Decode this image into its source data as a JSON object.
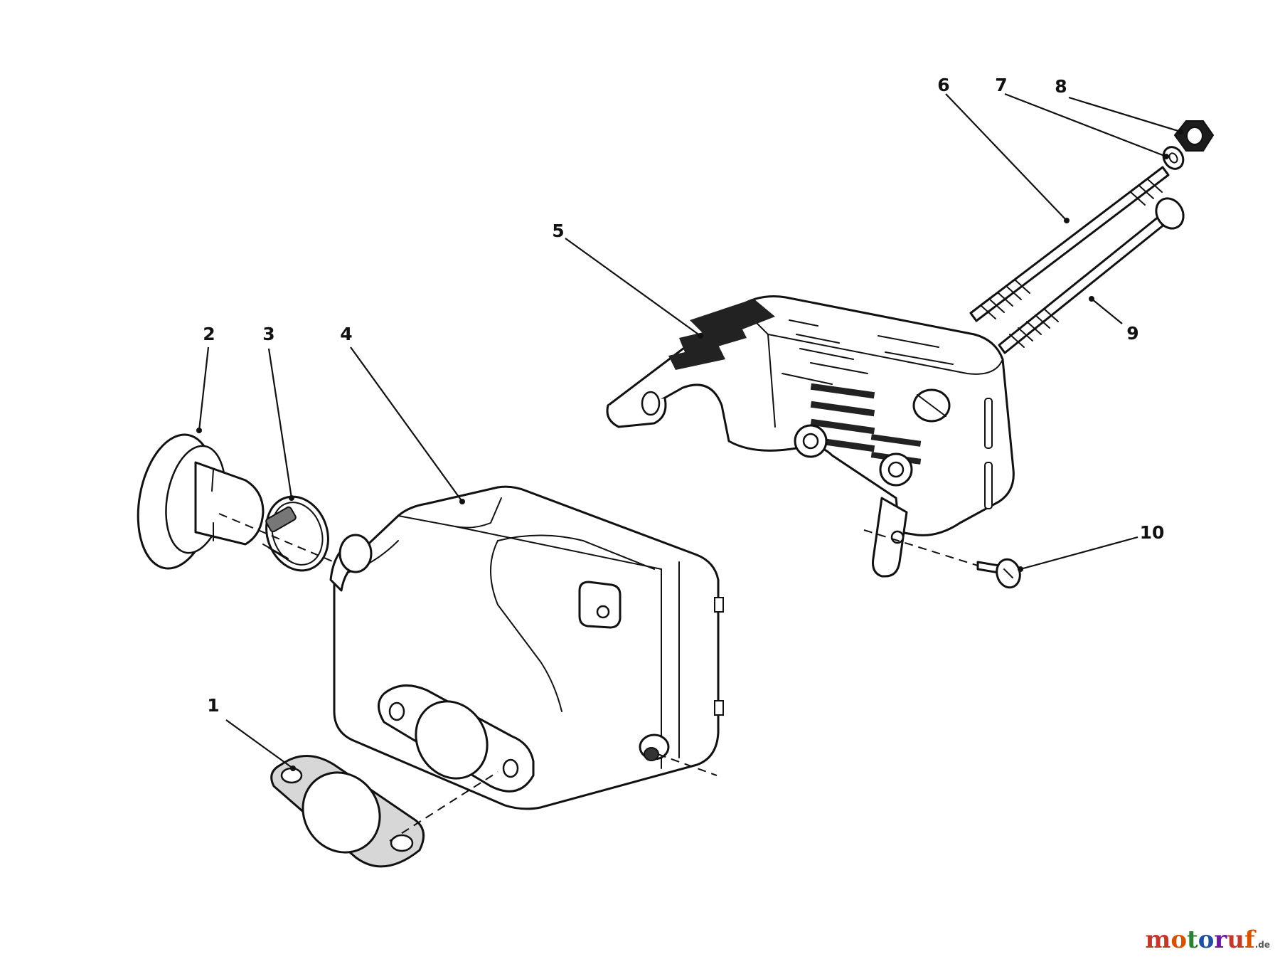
{
  "callouts": [
    "1",
    "2",
    "3",
    "4",
    "5",
    "6",
    "7",
    "8",
    "9",
    "10"
  ],
  "watermark": {
    "text": "motoruf",
    "suffix": ".de",
    "colors": [
      "#c0392b",
      "#d35400",
      "#2e7d32",
      "#1f4fa0",
      "#6a1b9a"
    ]
  }
}
